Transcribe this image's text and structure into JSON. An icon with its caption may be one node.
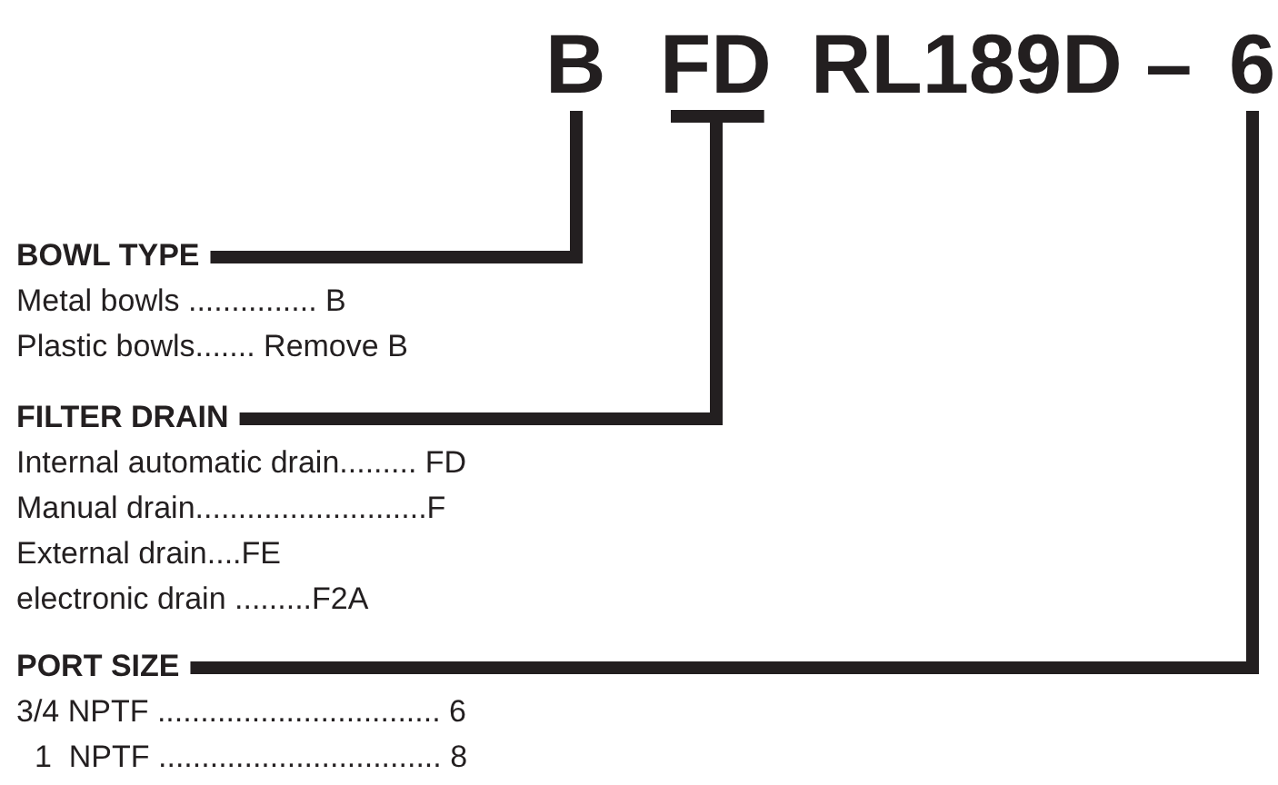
{
  "diagram": {
    "nodes": [
      {
        "text": [
          "B"
        ]
      },
      {
        "text": [
          "FD"
        ]
      },
      {
        "text": [
          "6"
        ]
      },
      {
        "text": [
          "BOWL TYPE"
        ]
      },
      {
        "text": [
          "FILTER DRAIN"
        ]
      },
      {
        "text": [
          "PORT SIZE"
        ]
      }
    ],
    "edges": [
      {
        "from": 3,
        "to": 0,
        "arrow": "none"
      },
      {
        "from": 4,
        "to": 1,
        "arrow": "none"
      },
      {
        "from": 5,
        "to": 2,
        "arrow": "none"
      }
    ],
    "labels": [
      "RL189D –",
      "Metal bowls ............... B",
      "Plastic bowls....... Remove B",
      "Internal automatic drain......... FD",
      "Manual drain...........................F",
      "External drain....FE",
      "electronic drain .........F2A",
      "3/4 NPTF ................................. 6",
      "1  NPTF ................................. 8"
    ]
  }
}
